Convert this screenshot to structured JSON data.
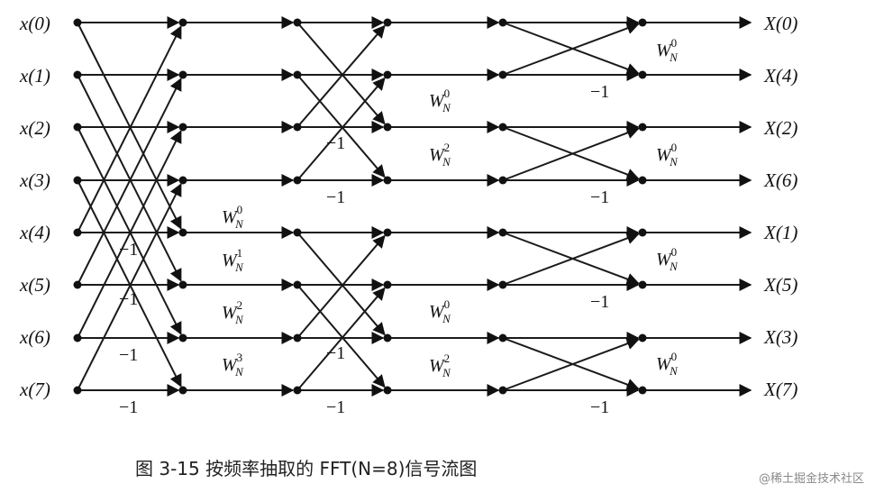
{
  "inputs": [
    "x(0)",
    "x(1)",
    "x(2)",
    "x(3)",
    "x(4)",
    "x(5)",
    "x(6)",
    "x(7)"
  ],
  "outputs": [
    "X(0)",
    "X(4)",
    "X(2)",
    "X(6)",
    "X(1)",
    "X(5)",
    "X(3)",
    "X(7)"
  ],
  "minus_one": "−1",
  "twiddles": {
    "stage1": [
      {
        "base": "W",
        "sub": "N",
        "sup": "0"
      },
      {
        "base": "W",
        "sub": "N",
        "sup": "1"
      },
      {
        "base": "W",
        "sub": "N",
        "sup": "2"
      },
      {
        "base": "W",
        "sub": "N",
        "sup": "3"
      }
    ],
    "stage2": [
      {
        "base": "W",
        "sub": "N",
        "sup": "0"
      },
      {
        "base": "W",
        "sub": "N",
        "sup": "2"
      },
      {
        "base": "W",
        "sub": "N",
        "sup": "0"
      },
      {
        "base": "W",
        "sub": "N",
        "sup": "2"
      }
    ],
    "stage3": [
      {
        "base": "W",
        "sub": "N",
        "sup": "0"
      },
      {
        "base": "W",
        "sub": "N",
        "sup": "0"
      },
      {
        "base": "W",
        "sub": "N",
        "sup": "0"
      },
      {
        "base": "W",
        "sub": "N",
        "sup": "0"
      }
    ]
  },
  "caption": "图 3-15   按频率抽取的 FFT(N=8)信号流图",
  "watermark": "@稀土掘金技术社区"
}
